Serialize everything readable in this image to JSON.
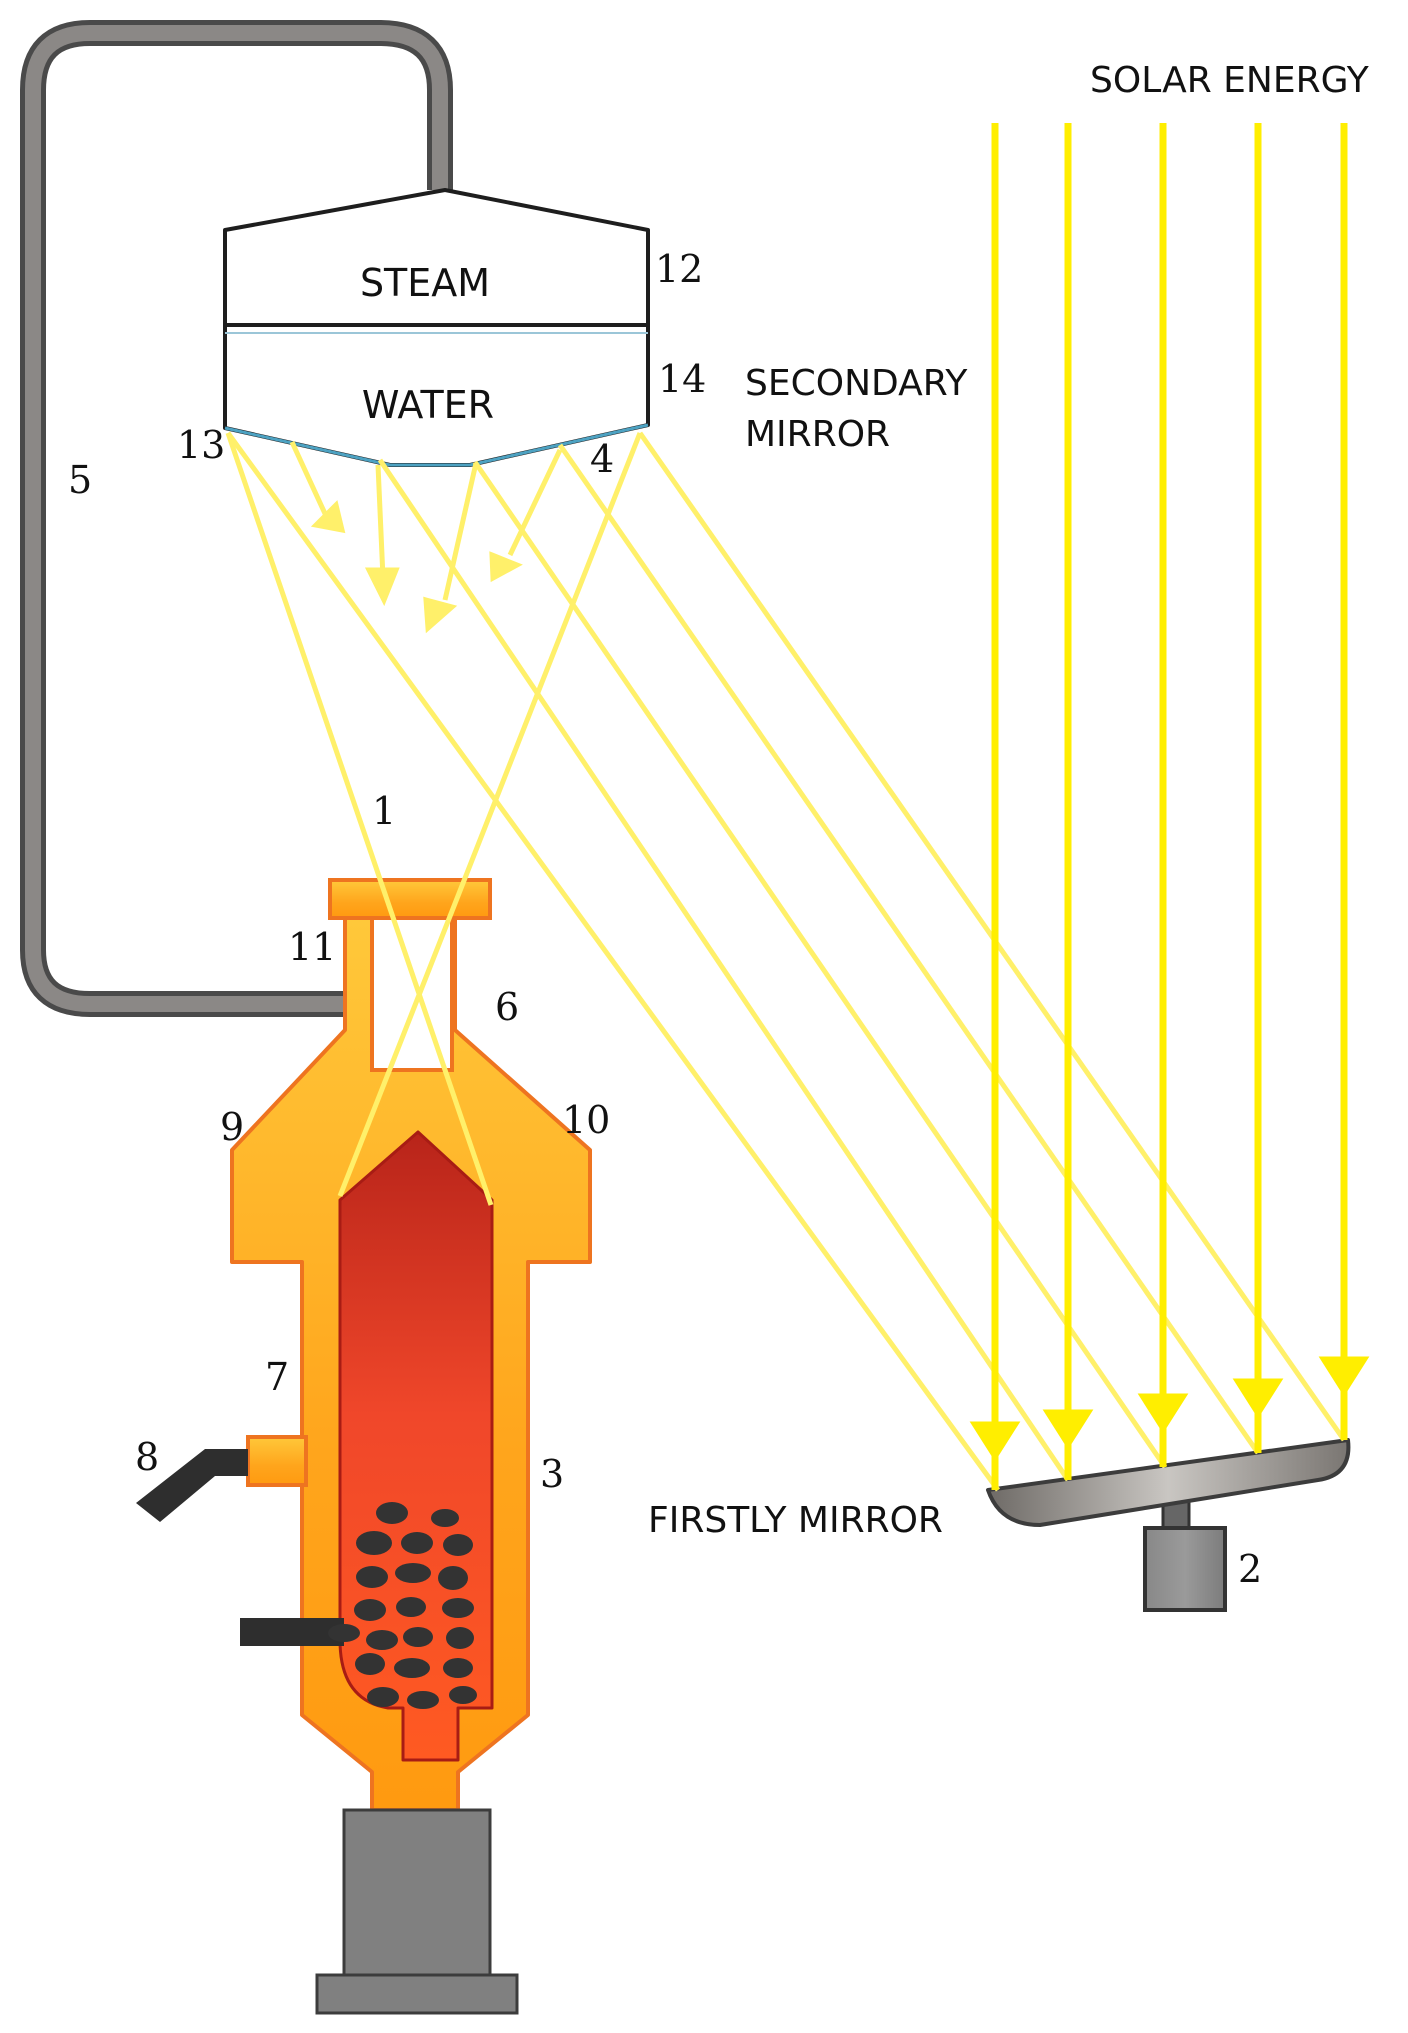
{
  "labels": {
    "solar_energy": "SOLAR ENERGY",
    "steam": "STEAM",
    "water": "WATER",
    "secondary_mirror_line1": "SECONDARY",
    "secondary_mirror_line2": "MIRROR",
    "firstly_mirror": "FIRSTLY MIRROR"
  },
  "numbers": {
    "n1": "1",
    "n2": "2",
    "n3": "3",
    "n4": "4",
    "n5": "5",
    "n6": "6",
    "n7": "7",
    "n8": "8",
    "n9": "9",
    "n10": "10",
    "n11": "11",
    "n12": "12",
    "n13": "13",
    "n14": "14"
  },
  "colors": {
    "sun_ray": "#ffee00",
    "reflected_ray": "#fff06a",
    "pipe": "#707070",
    "reactor_outer": "#ffa500",
    "reactor_core": "#e0321c",
    "coal": "#333333",
    "mirror": "#8a8a8a"
  }
}
